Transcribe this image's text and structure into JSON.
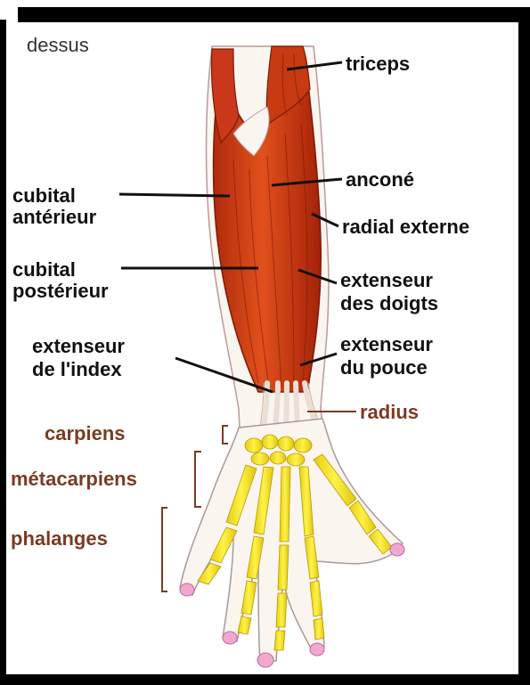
{
  "view_label": "dessus",
  "labels": {
    "triceps": "triceps",
    "ancone": "anconé",
    "cubital_anterieur_1": "cubital",
    "cubital_anterieur_2": "antérieur",
    "radial_externe": "radial externe",
    "cubital_posterieur_1": "cubital",
    "cubital_posterieur_2": "postérieur",
    "extenseur_doigts_1": "extenseur",
    "extenseur_doigts_2": "des doigts",
    "extenseur_index_1": "extenseur",
    "extenseur_index_2": "de l'index",
    "extenseur_pouce_1": "extenseur",
    "extenseur_pouce_2": "du pouce",
    "radius": "radius",
    "carpiens": "carpiens",
    "metacarpiens": "métacarpiens",
    "phalanges": "phalanges"
  },
  "colors": {
    "muscle": "#cc3311",
    "muscle_dark": "#8a1e08",
    "bone": "#f2e01e",
    "tendon": "#f5f0ea",
    "nail": "#f0a8d0",
    "label_brown": "#7a3b22",
    "label_black": "#111111"
  }
}
